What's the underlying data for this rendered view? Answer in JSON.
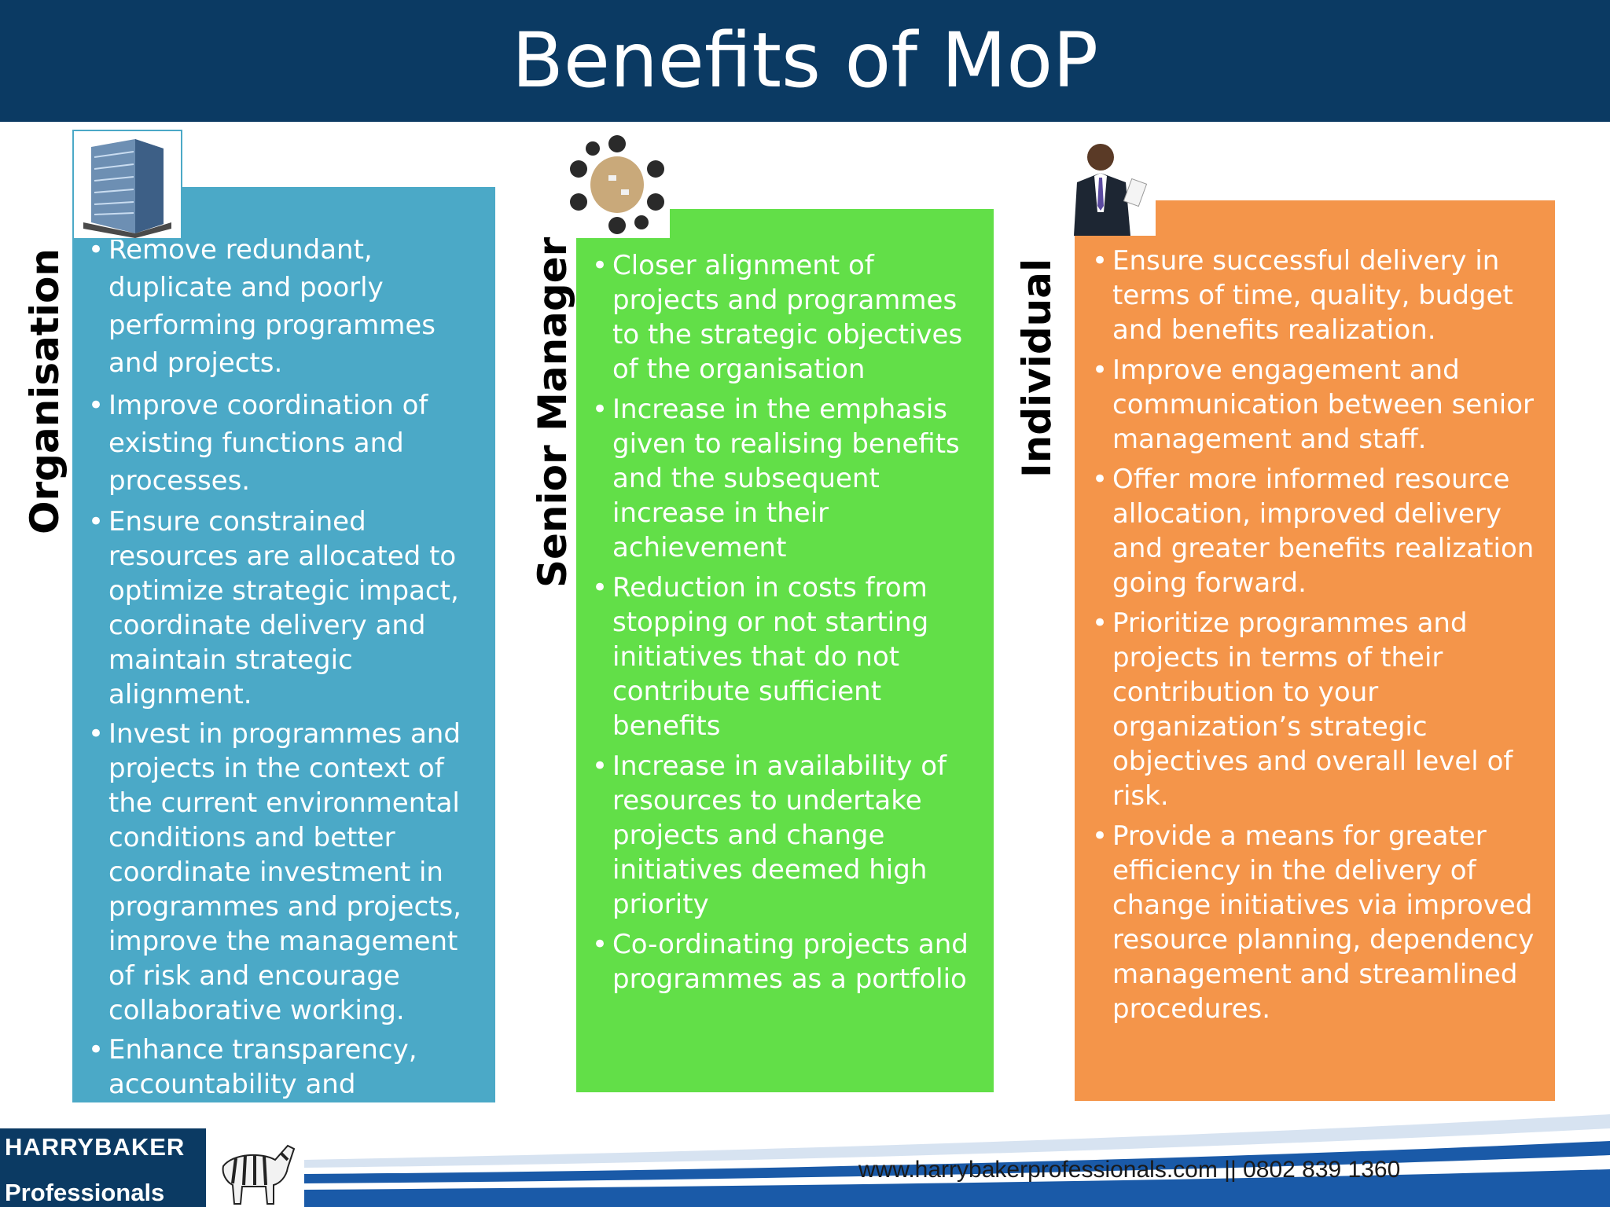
{
  "title": "Benefits of MoP",
  "columns": [
    {
      "label": "Organisation",
      "color": "#4ba9c7",
      "icon": "office-building-icon",
      "items": [
        "Remove redundant, duplicate and poorly performing programmes and projects.",
        "Improve coordination of existing functions and processes.",
        "Ensure constrained resources are allocated to optimize strategic impact, coordinate delivery and maintain strategic alignment.",
        "Invest in programmes and projects in the context of the current environmental conditions and better coordinate investment in programmes and projects, improve the management of risk and encourage collaborative working.",
        "Enhance transparency, accountability and corporate governance."
      ]
    },
    {
      "label": "Senior Manager",
      "color": "#62df48",
      "icon": "meeting-table-icon",
      "items": [
        "Closer alignment of projects and programmes to the strategic objectives of the organisation",
        "Increase in the emphasis given to realising benefits and the subsequent increase in their achievement",
        "Reduction in costs from stopping or not starting initiatives that do not contribute sufficient benefits",
        "Increase in availability of resources to undertake projects and change initiatives deemed high priority",
        "Co-ordinating projects and programmes as a portfolio"
      ]
    },
    {
      "label": "Individual",
      "color": "#f4954a",
      "icon": "businessman-icon",
      "items": [
        "Ensure successful delivery in terms of time, quality, budget and benefits realization.",
        "Improve engagement and communication between senior management and staff.",
        "Offer more informed resource allocation, improved delivery and greater benefits realization going forward.",
        "Prioritize programmes and projects in terms of their contribution to your organization’s strategic objectives and overall level of risk.",
        "Provide a means for greater efficiency in the delivery of change initiatives via improved resource planning, dependency management and streamlined procedures."
      ]
    }
  ],
  "footer": {
    "logo_line1": "HARRYBAKER",
    "logo_line2": "Professionals",
    "contact": "www.harrybakerprofessionals.com   || 0802 839 1360",
    "logo_icon": "zebra-icon"
  },
  "colors": {
    "header": "#0b3a63",
    "footer_swoosh": "#1a5aa8"
  }
}
